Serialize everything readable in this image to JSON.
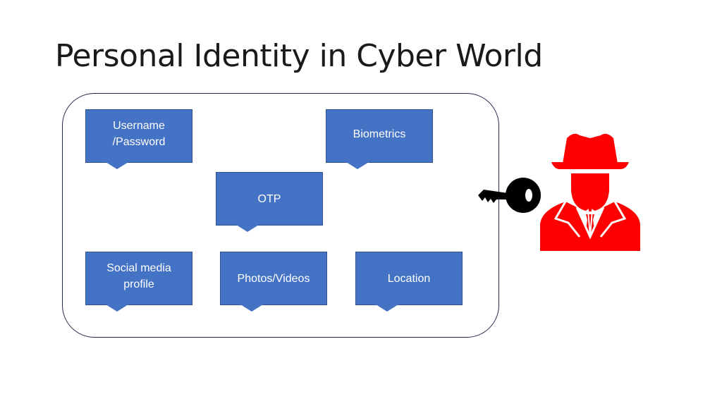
{
  "slide": {
    "title": "Personal Identity in Cyber World"
  },
  "diagram": {
    "items": [
      {
        "label": "Username\n/Password"
      },
      {
        "label": "Biometrics"
      },
      {
        "label": "OTP"
      },
      {
        "label": "Social media\nprofile"
      },
      {
        "label": "Photos/Videos"
      },
      {
        "label": "Location"
      }
    ],
    "colors": {
      "callout_fill": "#4472c4",
      "callout_border": "#2f528f",
      "container_border": "#1f2a4a",
      "hacker": "#ff0000",
      "key": "#000000"
    },
    "icons": [
      "key-icon",
      "hacker-icon"
    ]
  }
}
